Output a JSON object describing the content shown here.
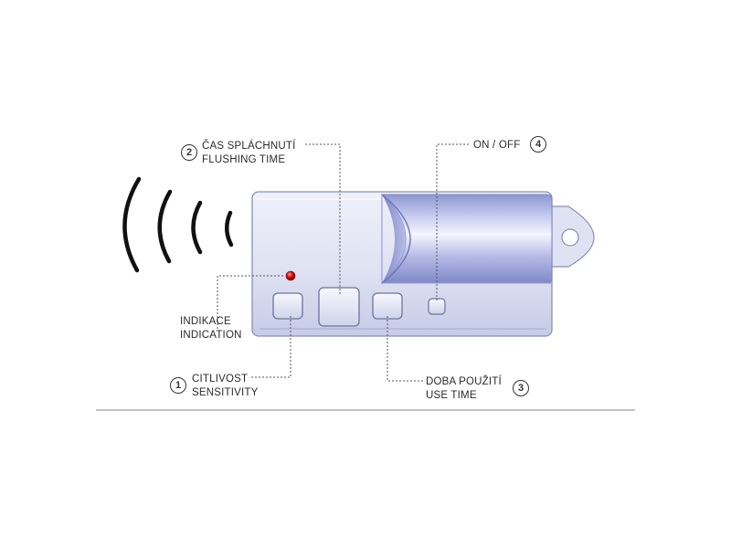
{
  "callouts": [
    {
      "number": "1",
      "line1": "CITLIVOST",
      "line2": "SENSITIVITY"
    },
    {
      "number": "2",
      "line1": "ČAS SPLÁCHNUTÍ",
      "line2": "FLUSHING TIME"
    },
    {
      "number": "3",
      "line1": "DOBA POUŽITÍ",
      "line2": "USE TIME"
    },
    {
      "number": "4",
      "line1": "ON / OFF",
      "line2": ""
    }
  ],
  "indicator": {
    "line1": "INDIKACE",
    "line2": "INDICATION",
    "color": "#e01010"
  },
  "colors": {
    "device_body": "#dcdff0",
    "device_accent": "#a9b0dd",
    "leader_line": "#555555"
  }
}
